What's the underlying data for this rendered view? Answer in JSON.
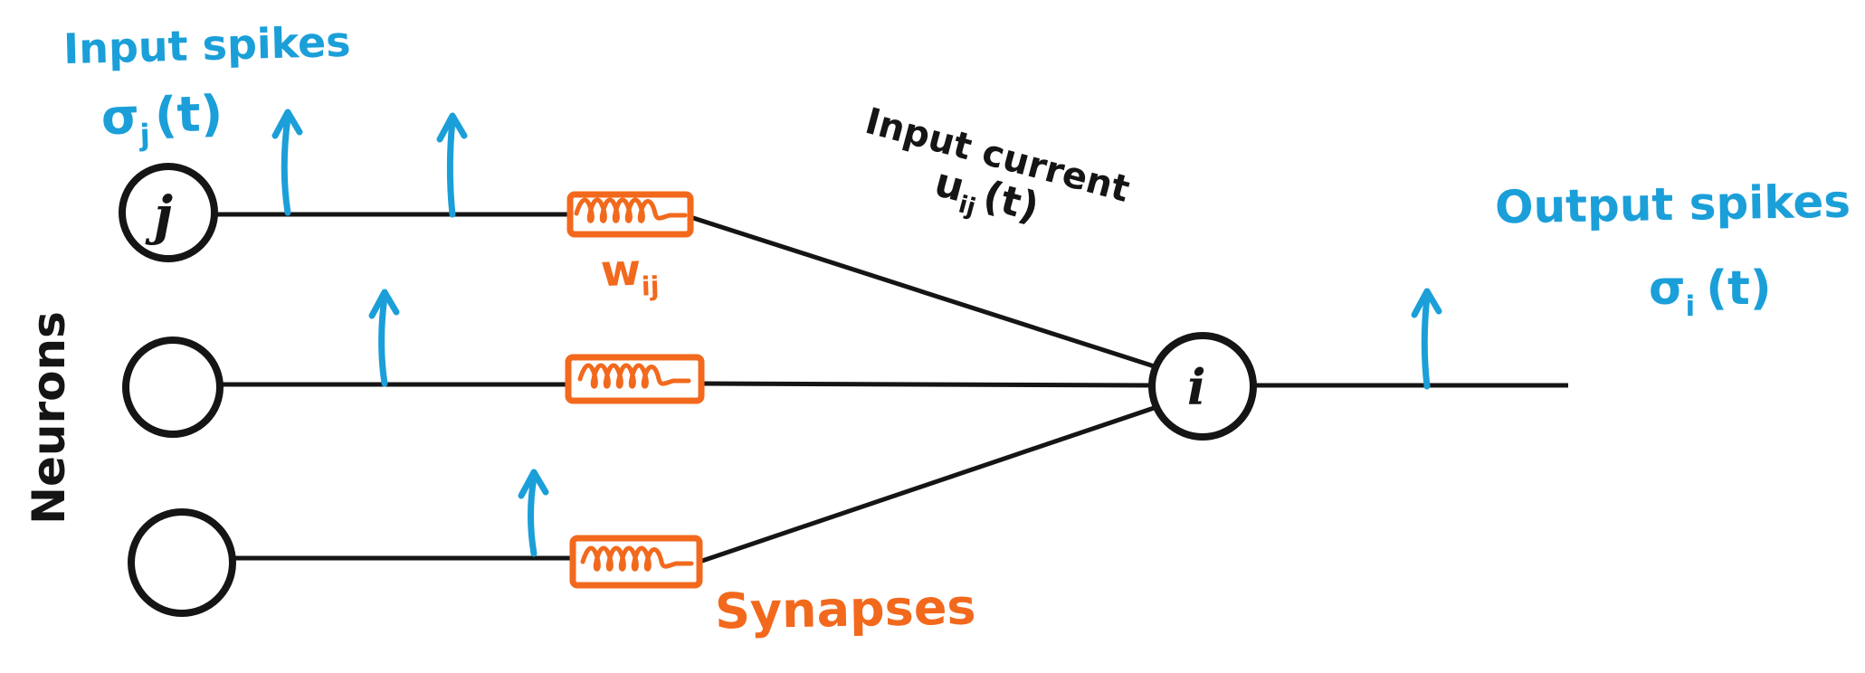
{
  "diagram": {
    "title": "Spiking neural network: input neurons, synapses, output neuron",
    "labels": {
      "input_spikes": "Input spikes",
      "sigma_j": {
        "base": "σ",
        "sub": "j",
        "suffix": "(t)"
      },
      "neurons": "Neurons",
      "weight": {
        "base": "w",
        "sub": "ij"
      },
      "input_current": {
        "line1": "Input current",
        "base": "u",
        "sub": "ij",
        "suffix": "(t)"
      },
      "synapses": "Synapses",
      "output_spikes": "Output spikes",
      "sigma_i": {
        "base": "σ",
        "sub": "i",
        "suffix": "(t)"
      }
    },
    "nodes": {
      "input_neuron_j": "j",
      "output_neuron_i": "i"
    },
    "colors": {
      "spike_blue": "#1b9fd9",
      "synapse_orange": "#f2691d",
      "ink": "#151515"
    }
  }
}
